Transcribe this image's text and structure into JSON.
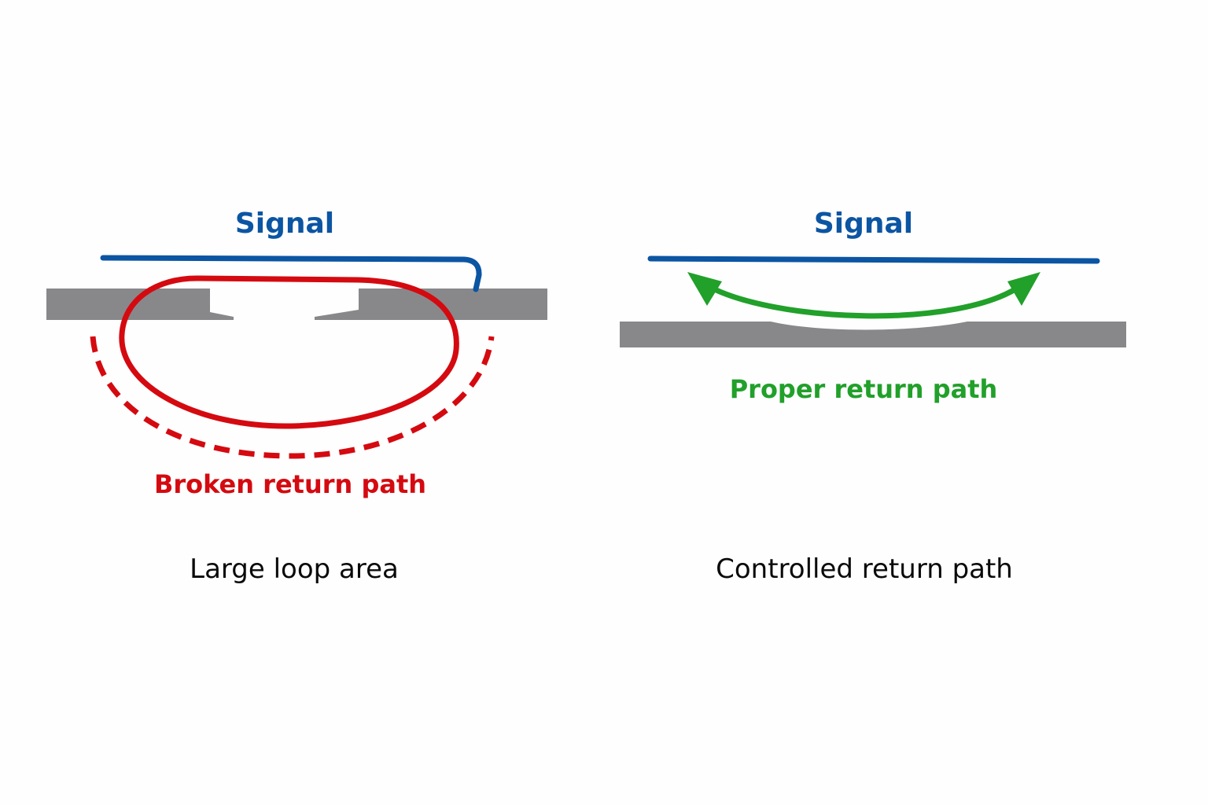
{
  "colors": {
    "signal": "#0b55a3",
    "ground_plane": "#88888b",
    "broken_return": "#d40a10",
    "proper_return": "#21a02a",
    "caption": "#0a0a0a",
    "background": "#fefefe"
  },
  "left_panel": {
    "signal_label": "Signal",
    "return_label": "Broken return path",
    "caption": "Large loop area"
  },
  "right_panel": {
    "signal_label": "Signal",
    "return_label": "Proper return path",
    "caption": "Controlled return path"
  }
}
